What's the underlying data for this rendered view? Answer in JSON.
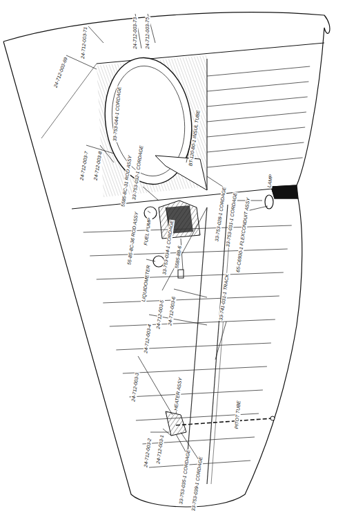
{
  "diagram": {
    "labels": [
      "24-712-003-69",
      "24-712-003-71",
      "24-712-003-73",
      "24-712-003-75",
      "33-753-044-1 CORDAGE",
      "24-712-003-7",
      "24-712-003-8",
      "33-753-032-1 CORDAGE",
      "5585-8C-31 ROD ASSY",
      "FUEL PUMP",
      "55-85-8C-36 ROD ASSY",
      "33-753-034-1 CORDAGE",
      "5585-8B-6",
      "LIQUIDOMETER",
      "BT-120-80-1 INSUL TUBE",
      "33-753-028-1 CORDAGE",
      "33-753-031-1 CORDAGE",
      "65-C6930-1 FLEXCONDUIT ASSY",
      "LAMP",
      "24-712-003-5",
      "24-712-003-6",
      "24-712-003-4",
      "24-712-003-3",
      "33-741-031-1 TRACK",
      "PITOT TUBE",
      "HEATER ASSY",
      "24-712-003-1",
      "24-712-003-2",
      "33-753-035-1 CORDAGE",
      "33-753-039-1 CORDAGE"
    ]
  }
}
